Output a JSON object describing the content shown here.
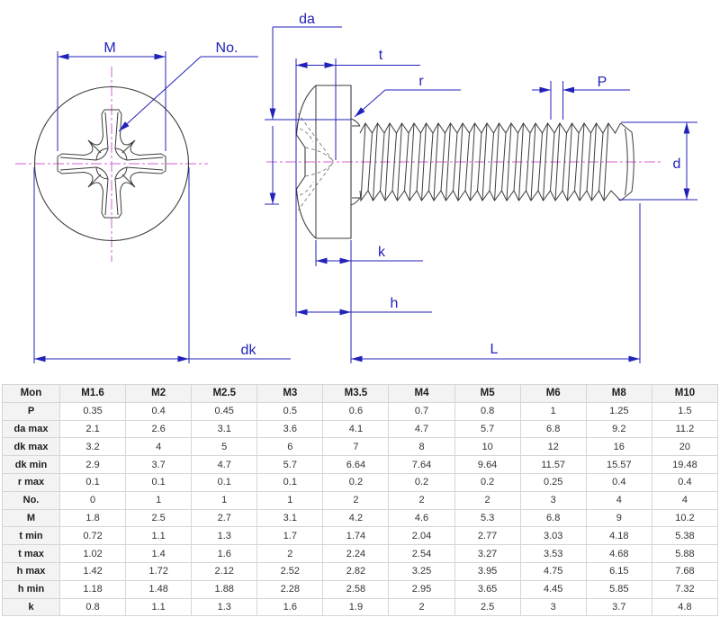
{
  "diagram": {
    "labels": {
      "m": "M",
      "no": "No.",
      "da": "da",
      "t": "t",
      "r": "r",
      "p": "P",
      "d": "d",
      "k": "k",
      "h": "h",
      "dk": "dk",
      "l": "L"
    },
    "colors": {
      "dimension_blue": "#2222bb",
      "centerline_magenta": "#d55fd5",
      "outline_dark": "#3d3d3d"
    }
  },
  "table": {
    "headers": [
      "Mon",
      "M1.6",
      "M2",
      "M2.5",
      "M3",
      "M3.5",
      "M4",
      "M5",
      "M6",
      "M8",
      "M10"
    ],
    "rows": [
      [
        "P",
        "0.35",
        "0.4",
        "0.45",
        "0.5",
        "0.6",
        "0.7",
        "0.8",
        "1",
        "1.25",
        "1.5"
      ],
      [
        "da max",
        "2.1",
        "2.6",
        "3.1",
        "3.6",
        "4.1",
        "4.7",
        "5.7",
        "6.8",
        "9.2",
        "11.2"
      ],
      [
        "dk max",
        "3.2",
        "4",
        "5",
        "6",
        "7",
        "8",
        "10",
        "12",
        "16",
        "20"
      ],
      [
        "dk min",
        "2.9",
        "3.7",
        "4.7",
        "5.7",
        "6.64",
        "7.64",
        "9.64",
        "11.57",
        "15.57",
        "19.48"
      ],
      [
        "r max",
        "0.1",
        "0.1",
        "0.1",
        "0.1",
        "0.2",
        "0.2",
        "0.2",
        "0.25",
        "0.4",
        "0.4"
      ],
      [
        "No.",
        "0",
        "1",
        "1",
        "1",
        "2",
        "2",
        "2",
        "3",
        "4",
        "4"
      ],
      [
        "M",
        "1.8",
        "2.5",
        "2.7",
        "3.1",
        "4.2",
        "4.6",
        "5.3",
        "6.8",
        "9",
        "10.2"
      ],
      [
        "t min",
        "0.72",
        "1.1",
        "1.3",
        "1.7",
        "1.74",
        "2.04",
        "2.77",
        "3.03",
        "4.18",
        "5.38"
      ],
      [
        "t max",
        "1.02",
        "1.4",
        "1.6",
        "2",
        "2.24",
        "2.54",
        "3.27",
        "3.53",
        "4.68",
        "5.88"
      ],
      [
        "h max",
        "1.42",
        "1.72",
        "2.12",
        "2.52",
        "2.82",
        "3.25",
        "3.95",
        "4.75",
        "6.15",
        "7.68"
      ],
      [
        "h min",
        "1.18",
        "1.48",
        "1.88",
        "2.28",
        "2.58",
        "2.95",
        "3.65",
        "4.45",
        "5.85",
        "7.32"
      ],
      [
        "k",
        "0.8",
        "1.1",
        "1.3",
        "1.6",
        "1.9",
        "2",
        "2.5",
        "3",
        "3.7",
        "4.8"
      ]
    ]
  }
}
